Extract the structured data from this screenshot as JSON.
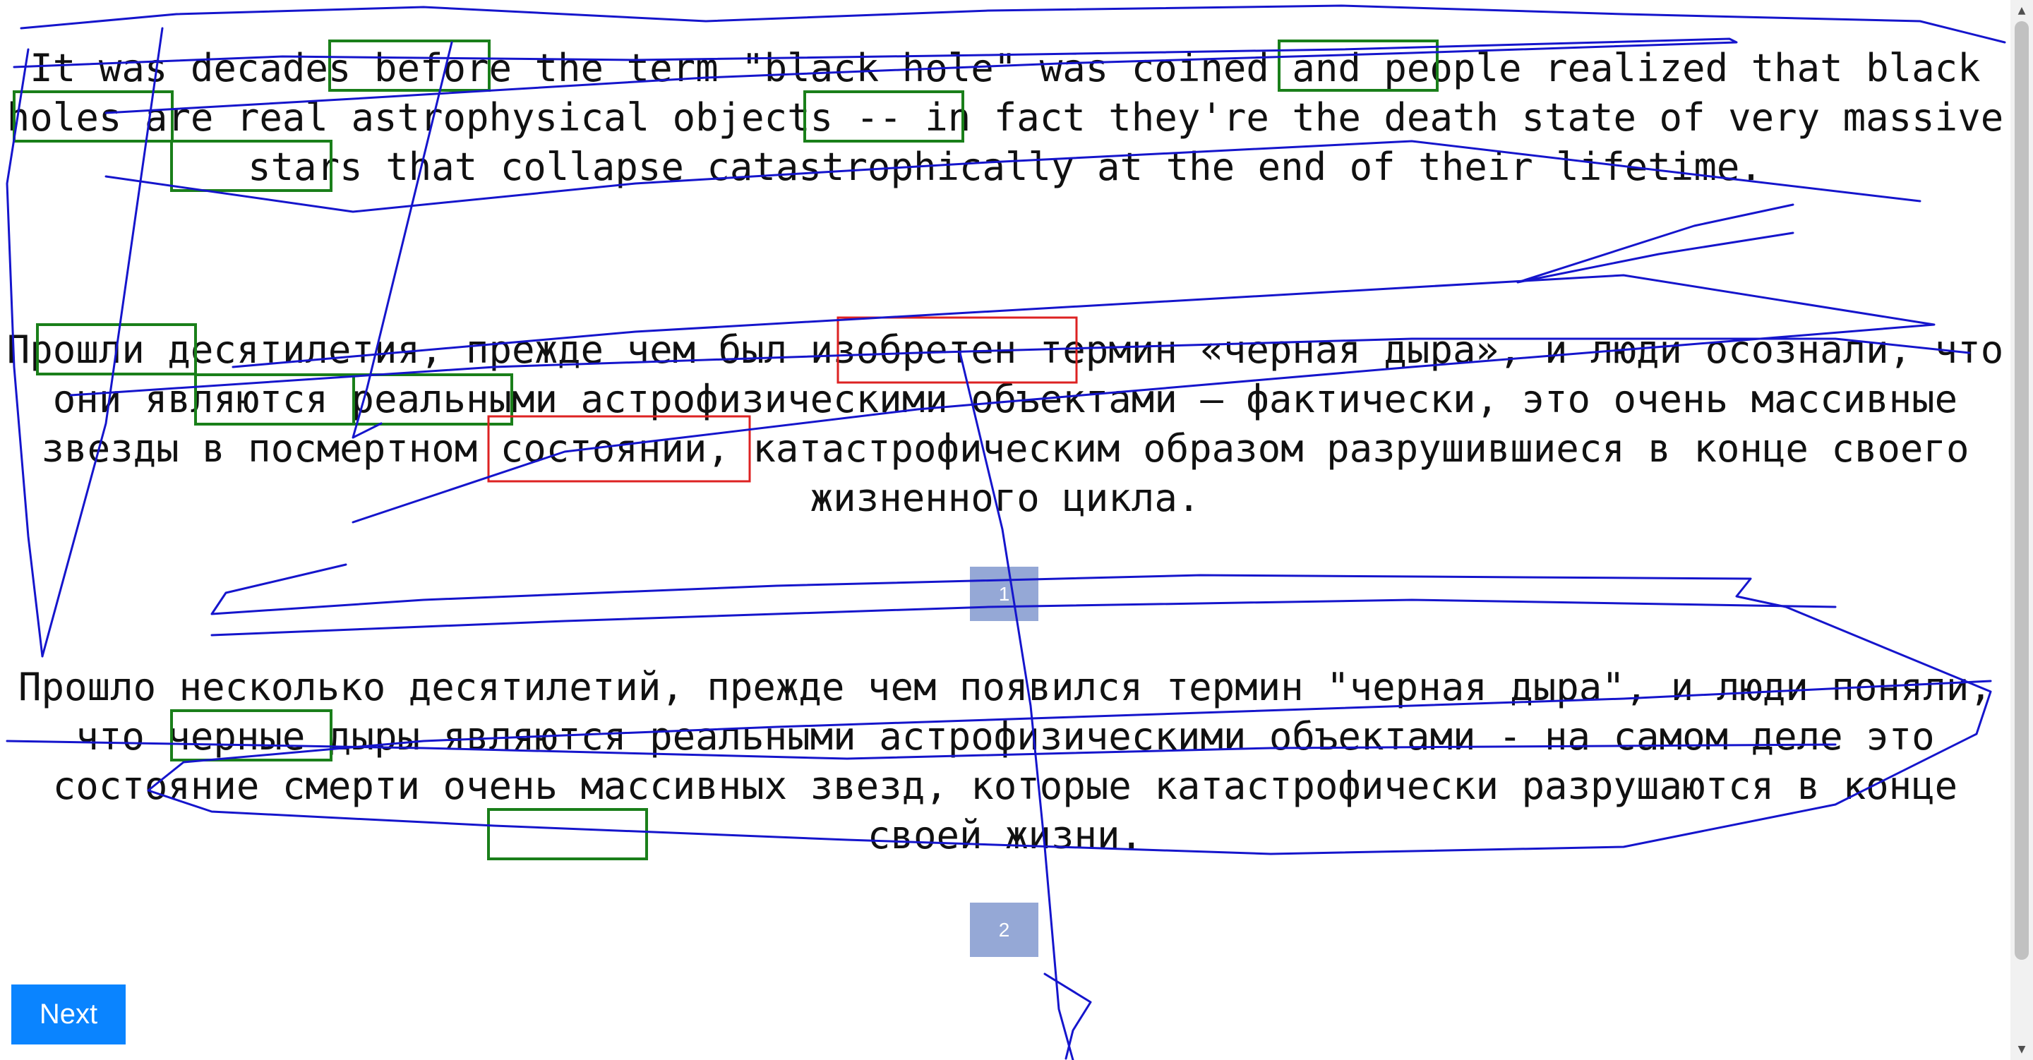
{
  "source": {
    "text": "It was decades before the term \"black hole\" was coined and people realized that black holes are real astrophysical objects -- in fact they're the death state of very massive stars that collapse catastrophically at the end of their lifetime."
  },
  "reference": {
    "text": "Прошли десятилетия, прежде чем был изобретен термин «черная дыра», и люди осознали, что они являются реальными астрофизическими объектами — фактически, это очень массивные звезды в посмертном состоянии, катастрофическим образом разрушившиеся в конце своего жизненного цикла."
  },
  "candidate": {
    "text": "Прошло несколько десятилетий, прежде чем появился термин \"черная дыра\", и люди поняли, что черные дыры являются реальными астрофизическими объектами - на самом деле это состояние смерти очень массивных звезд, которые катастрофически разрушаются в конце своей жизни."
  },
  "badges": {
    "one": "1",
    "two": "2"
  },
  "controls": {
    "next_label": "Next"
  },
  "colors": {
    "alignment_box_green": "#1a7f1a",
    "error_box_red": "#dd2222",
    "scribble_blue": "#1515cc",
    "badge_bg": "#95a8d6",
    "next_button_bg": "#0a84ff"
  }
}
